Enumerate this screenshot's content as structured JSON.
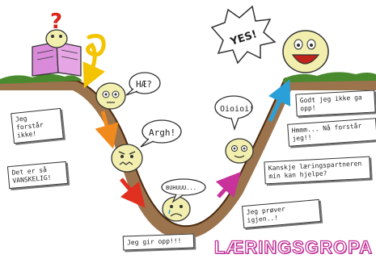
{
  "labels": {
    "dont_understand": "Jeg forstår\nikke!",
    "so_difficult": "Det er så\nVANSKELIG!",
    "give_up": "Jeg gir opp!!!",
    "try_again": "Jeg prøver igjen..!",
    "partner": "Kanskje læringspartneren\nmin kan hjelpe?",
    "now_understand": "Hmmm... Nå forstår jeg!!",
    "good": "Godt jeg ikke ga opp!",
    "hae": "HÆ?",
    "argh": "Argh!",
    "buhuu": "BUHUUU...",
    "oioioi": "Oioioi!",
    "yes": "YES!",
    "question_mark": "?"
  },
  "title": "LÆRINGSGROPA",
  "colors": {
    "grass": "#4a8a2e",
    "soil": "#7a4a22",
    "face": "#f2efae",
    "arrow_yellow": "#f4c400",
    "arrow_orange": "#f08a1c",
    "arrow_red": "#e03020",
    "arrow_magenta": "#c8329a",
    "arrow_cyan": "#2aa0d8",
    "title_outline": "#c2389a",
    "book": "#d98bd9"
  },
  "icons": [
    "book-icon",
    "question-mark-icon",
    "star-burst-icon"
  ]
}
